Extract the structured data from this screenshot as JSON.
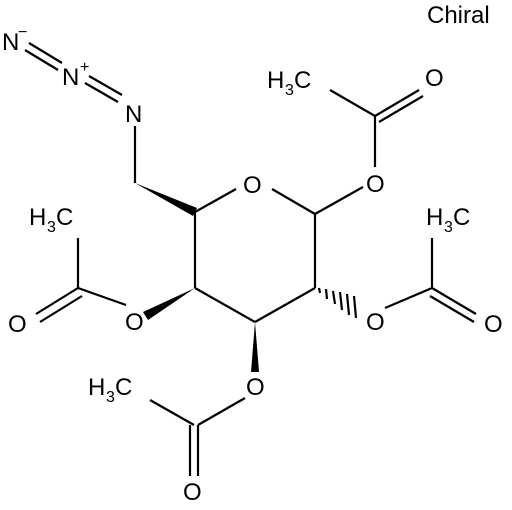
{
  "chiral_flag": "Chiral",
  "atoms": {
    "N_term": {
      "label": "N",
      "charge": "−"
    },
    "N_mid": {
      "label": "N",
      "charge": "+"
    },
    "N_alpha": {
      "label": "N"
    },
    "O_ring": {
      "label": "O"
    },
    "O1": {
      "label": "O"
    },
    "O2": {
      "label": "O"
    },
    "O3": {
      "label": "O"
    },
    "O4": {
      "label": "O"
    },
    "Ac1_O": {
      "label": "O"
    },
    "Ac2_O": {
      "label": "O"
    },
    "Ac3_O": {
      "label": "O"
    },
    "Ac4_O": {
      "label": "O"
    },
    "Me": {
      "label": "H",
      "sub": "3",
      "tail": "C"
    }
  }
}
